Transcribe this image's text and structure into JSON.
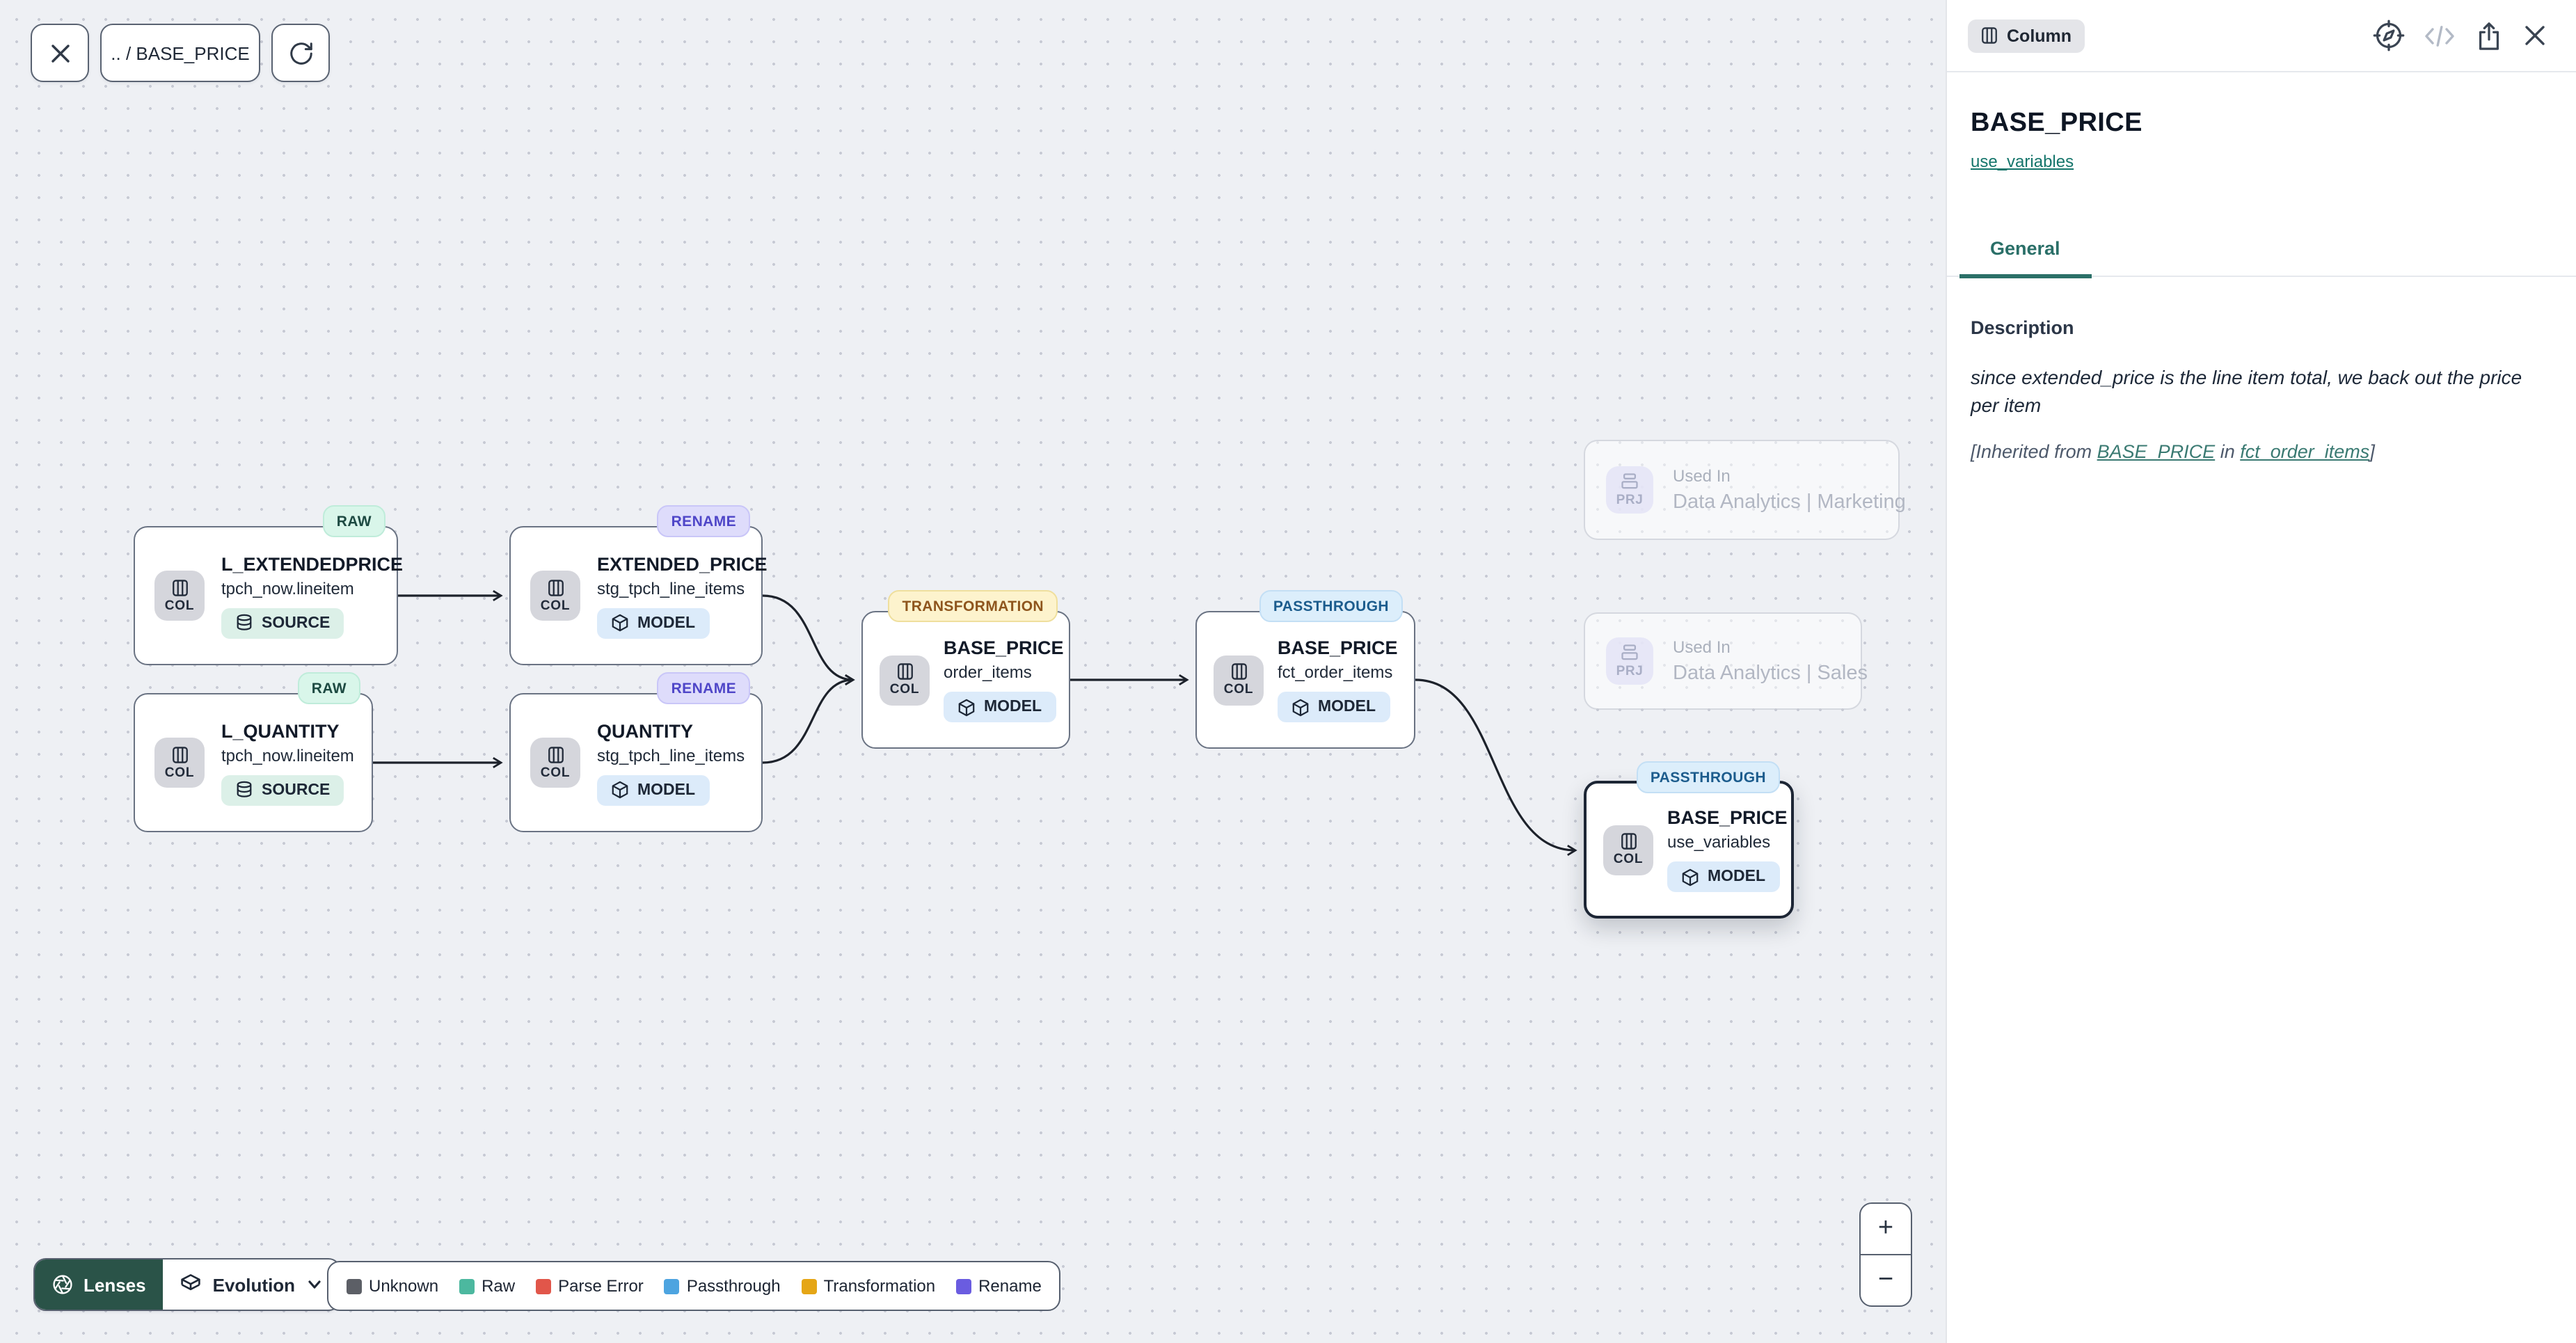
{
  "colors": {
    "accent_teal": "#2b7068",
    "link_teal": "#15756b",
    "lenses_green": "#2a5348",
    "canvas_bg": "#eef0f4",
    "node_border": "#6a7383",
    "selected_border": "#1d2635",
    "badge_raw_bg": "#d9f6ea",
    "badge_rename_bg": "#dedcfb",
    "badge_transformation_bg": "#fdf3cd",
    "badge_passthrough_bg": "#dceefb",
    "pill_source_bg": "#dcf0e8",
    "pill_model_bg": "#dcebfa"
  },
  "icons": {
    "toolbar": [
      "close-icon",
      "refresh-icon"
    ],
    "panel": [
      "compass-icon",
      "code-icon",
      "share-icon",
      "close-icon",
      "columns-icon"
    ],
    "footer": [
      "aperture-icon",
      "layers-icon",
      "chevron-down-icon"
    ],
    "node": [
      "columns-icon",
      "database-icon",
      "cube-icon",
      "stack-icon"
    ]
  },
  "toolbar": {
    "breadcrumb": ".. / BASE_PRICE"
  },
  "canvas": {
    "nodes": [
      {
        "badge": "RAW",
        "chip": "COL",
        "title": "L_EXTENDEDPRICE",
        "subtitle": "tpch_now.lineitem",
        "type": "SOURCE"
      },
      {
        "badge": "RAW",
        "chip": "COL",
        "title": "L_QUANTITY",
        "subtitle": "tpch_now.lineitem",
        "type": "SOURCE"
      },
      {
        "badge": "RENAME",
        "chip": "COL",
        "title": "EXTENDED_PRICE",
        "subtitle": "stg_tpch_line_items",
        "type": "MODEL"
      },
      {
        "badge": "RENAME",
        "chip": "COL",
        "title": "QUANTITY",
        "subtitle": "stg_tpch_line_items",
        "type": "MODEL"
      },
      {
        "badge": "TRANSFORMATION",
        "chip": "COL",
        "title": "BASE_PRICE",
        "subtitle": "order_items",
        "type": "MODEL"
      },
      {
        "badge": "PASSTHROUGH",
        "chip": "COL",
        "title": "BASE_PRICE",
        "subtitle": "fct_order_items",
        "type": "MODEL"
      },
      {
        "badge": "PASSTHROUGH",
        "chip": "COL",
        "title": "BASE_PRICE",
        "subtitle": "use_variables",
        "type": "MODEL"
      }
    ],
    "used_in": [
      {
        "chip": "PRJ",
        "label": "Used In",
        "project": "Data Analytics | Marketing"
      },
      {
        "chip": "PRJ",
        "label": "Used In",
        "project": "Data Analytics | Sales"
      }
    ]
  },
  "footer": {
    "lenses_label": "Lenses",
    "lens_value": "Evolution",
    "legend": [
      {
        "label": "Unknown",
        "color": "#5c5f66",
        "css": "background:#5c5f66"
      },
      {
        "label": "Raw",
        "color": "#4cb89f",
        "css": "background:#4cb89f"
      },
      {
        "label": "Parse Error",
        "color": "#e1564a",
        "css": "background:#e1564a"
      },
      {
        "label": "Passthrough",
        "color": "#4da4e0",
        "css": "background:#4da4e0"
      },
      {
        "label": "Transformation",
        "color": "#e5a616",
        "css": "background:#e5a616"
      },
      {
        "label": "Rename",
        "color": "#6a5ce0",
        "css": "background:#6a5ce0"
      }
    ],
    "zoom_in": "+",
    "zoom_out": "−"
  },
  "panel": {
    "chip": "Column",
    "title": "BASE_PRICE",
    "model_link": "use_variables",
    "tab": "General",
    "description_heading": "Description",
    "description_body": "since extended_price is the line item total, we back out the price per item",
    "inherited_prefix": "[Inherited from ",
    "inherited_column_link": "BASE_PRICE",
    "inherited_infix": " in ",
    "inherited_model_link": "fct_order_items",
    "inherited_suffix": "]"
  }
}
